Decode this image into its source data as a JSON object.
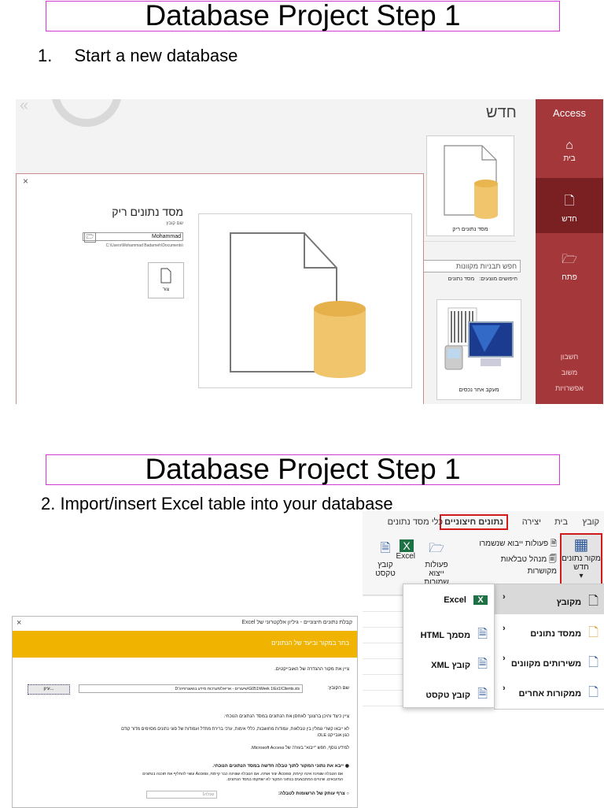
{
  "slide1": {
    "title": "Database Project Step 1",
    "step": "1.  Start a new database"
  },
  "slide2": {
    "title": "Database Project Step 1",
    "step": "2. Import/insert Excel table into your database"
  },
  "access_backstage": {
    "brand": "Access",
    "nav": [
      {
        "label": "בית",
        "icon": "home-icon"
      },
      {
        "label": "חדש",
        "icon": "new-file-icon"
      },
      {
        "label": "פתח",
        "icon": "folder-open-icon"
      }
    ],
    "nav_bottom": [
      "חשבון",
      "משוב",
      "אפשרויות"
    ],
    "heading": "חדש",
    "blank_db_caption": "מסד נתונים ריק",
    "search_placeholder": "חפש תבניות מקוונות",
    "suggested_label": "חיפושים מוצעים:",
    "suggested_value": "מסד נתונים",
    "template_caption": "מעקב אחר נכסים"
  },
  "blank_db_dialog": {
    "close": "×",
    "title": "מסד נתונים ריק",
    "file_name_label": "שם קובץ",
    "file_name_value": "Mohammad",
    "path": "C:\\Users\\Mohammad Badarneh\\Documents\\",
    "create_label": "צור"
  },
  "ribbon": {
    "tabs": [
      "קובץ",
      "בית",
      "יצירה",
      "נתונים חיצוניים",
      "כלי מסד נתונים"
    ],
    "active_tab": "נתונים חיצוניים",
    "new_data_source": "מקור נתונים חדש",
    "saved_imports": "פעולות ייבוא שנשמרו",
    "linked_table_manager": "מנהל טבלאות מקושרות",
    "saved_exports": "פעולות ייצוא שמורות",
    "excel": "Excel",
    "text_file": "קובץ טקסט"
  },
  "menu_sources": [
    "מקובץ",
    "ממסד נתונים",
    "משירותים מקוונים",
    "ממקורות אחרים"
  ],
  "menu_files": [
    "Excel",
    "מסמך HTML",
    "קובץ XML",
    "קובץ טקסט"
  ],
  "wizard": {
    "close": "×",
    "title": "קבלת נתונים חיצוניים - גיליון אלקטרוני של Excel",
    "band": "בחר במקור וביעד של הנתונים",
    "specify_source": "ציין את מקור ההגדרה של האובייקטים.",
    "file_name_label": "שם הקובץ:",
    "file_path": "D:\\שיעורים - אריאל\\מערכות מידע בגאוגרפיה\\G051\\Week 1\\Ex1\\Clients.xls",
    "browse": "עיון...",
    "specify_where": "ציין כיצד והיכן ברצונך לאחסן את הנתונים במסד הנתונים הנוכחי.",
    "note_line1": "לא ייבאו קשרי גומלין בין טבלאות, עמודות מחושבות, כללי אימות, ערכי ברירת מחדל ועמודות של סוגי נתונים מסוימים מדור קודם",
    "note_line2": "כגון אובייקט OLE.",
    "more_info": "למידע נוסף, חפש \"ייבוא\" בעזרה של Microsoft Access.",
    "option1": "ייבא את נתוני המקור לתוך טבלה חדשה במסד הנתונים הנוכחי.",
    "option1_desc1": "אם הטבלה שצוינה אינה קיימת, Access יצור אותה. אם הטבלה שצוינה כבר קיימת, Access עשוי להחליף את תוכנה בנתונים",
    "option1_desc2": "המיובאים. שינויים המתבצעים בנתוני המקור לא ישתקפו במסד הנתונים.",
    "option2": "צרף עותק של הרשומות לטבלה:",
    "option2_select": "טבלה1"
  }
}
